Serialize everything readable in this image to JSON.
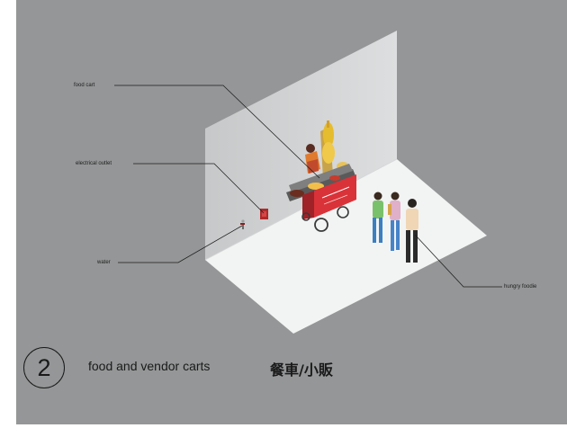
{
  "callouts": {
    "food_cart": "food cart",
    "electrical_outlet": "electrical outlet",
    "water": "water",
    "hungry_foodie": "hungry foodie"
  },
  "caption": {
    "number": "2",
    "title_en": "food and vendor carts",
    "title_zh": "餐車/小販"
  },
  "colors": {
    "background": "#949697",
    "back_wall": "#cfd1d2",
    "floor": "#f2f3f3",
    "cart_red": "#d93238",
    "outlet_red": "#b02a2a",
    "leader_line": "#1e1e1e"
  }
}
